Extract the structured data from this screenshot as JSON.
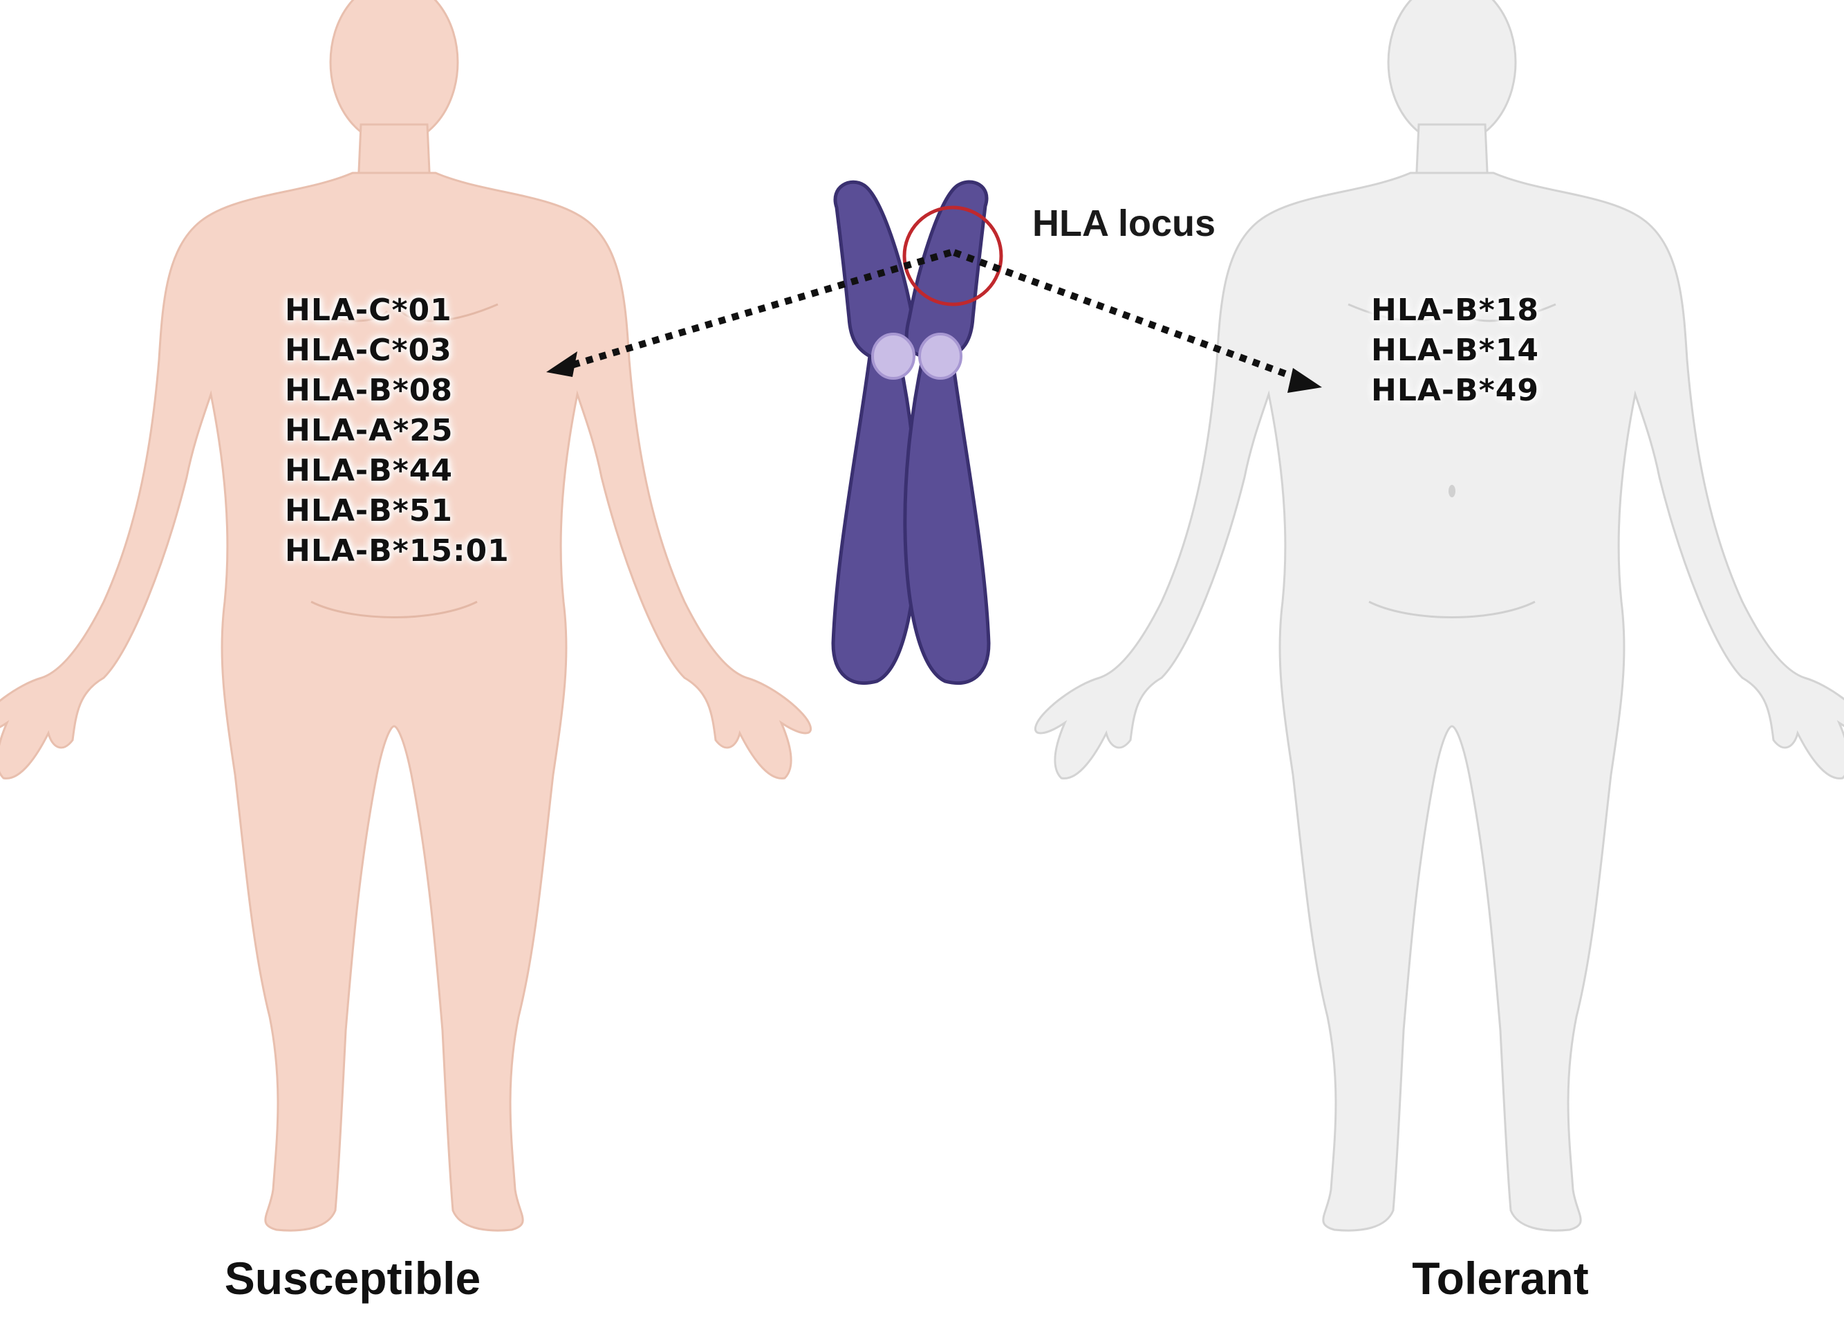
{
  "figure": {
    "locus_label": "HLA locus",
    "susceptible": {
      "label": "Susceptible",
      "alleles": [
        "HLA-C*01",
        "HLA-C*03",
        "HLA-B*08",
        "HLA-A*25",
        "HLA-B*44",
        "HLA-B*51",
        "HLA-B*15:01"
      ],
      "body_color": "#f6d5c8"
    },
    "tolerant": {
      "label": "Tolerant",
      "alleles": [
        "HLA-B*18",
        "HLA-B*14",
        "HLA-B*49"
      ],
      "body_color": "#efefef"
    },
    "chromosome_color": "#5a4e96",
    "centromere_color": "#c9bde6",
    "locus_marker_color": "#c0282d"
  }
}
